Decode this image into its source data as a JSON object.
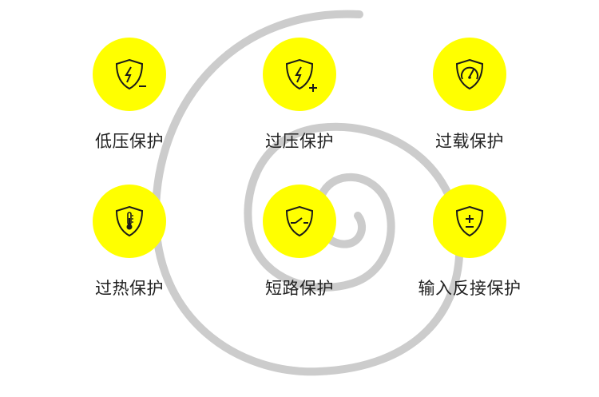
{
  "colors": {
    "badge_fill": "#ffff00",
    "icon_stroke": "#1a1a1a",
    "spiral": "#cccccc",
    "label": "#222222"
  },
  "features": [
    {
      "label": "低压保护",
      "icon": "shield-lightning-minus-icon"
    },
    {
      "label": "过压保护",
      "icon": "shield-lightning-plus-icon"
    },
    {
      "label": "过载保护",
      "icon": "shield-gauge-icon"
    },
    {
      "label": "过热保护",
      "icon": "shield-thermometer-icon"
    },
    {
      "label": "短路保护",
      "icon": "shield-switch-icon"
    },
    {
      "label": "输入反接保护",
      "icon": "shield-plus-minus-icon"
    }
  ]
}
